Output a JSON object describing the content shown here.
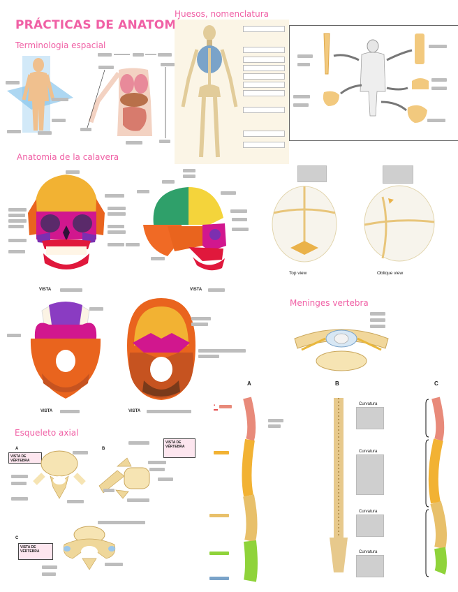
{
  "page": {
    "title": "PRÁCTICAS DE ANATOMÍA"
  },
  "sections": {
    "spatial": "Terminologia espacial",
    "bones": "Huesos, nomenclatura",
    "skull": "Anatomia de la calavera",
    "meninges": "Meninges vertebra",
    "axial": "Esqueleto axial"
  },
  "skull_views": {
    "top_view": "Top view",
    "oblique_view": "Oblique view",
    "vista1": "VISTA",
    "vista2": "VISTA",
    "vista3": "VISTA",
    "vista4": "VISTA"
  },
  "spine": {
    "a": "A",
    "b": "B",
    "c": "C",
    "curv1": "Curvatura",
    "curv2": "Curvatura",
    "curv3": "Curvatura",
    "curv4": "Curvatura"
  },
  "axial": {
    "a": "A",
    "b": "B",
    "c": "C",
    "vista_a": "VISTA DE VÉRTEBRA",
    "vista_b": "VISTA DE VÉRTEBRA",
    "vista_c": "VISTA DE VÉRTEBRA"
  },
  "colors": {
    "accent": "#f060a5",
    "bone": "#e7c98c",
    "frontal": "#f2b233",
    "parietal": "#f4d43b",
    "temporal": "#e9641e",
    "occipital": "#f06a25",
    "sphenoid": "#d1178e",
    "maxilla": "#e0183c",
    "zygomatic": "#2fa06a",
    "sacrum": "#8fd33a",
    "cervical": "#e88a7a"
  }
}
